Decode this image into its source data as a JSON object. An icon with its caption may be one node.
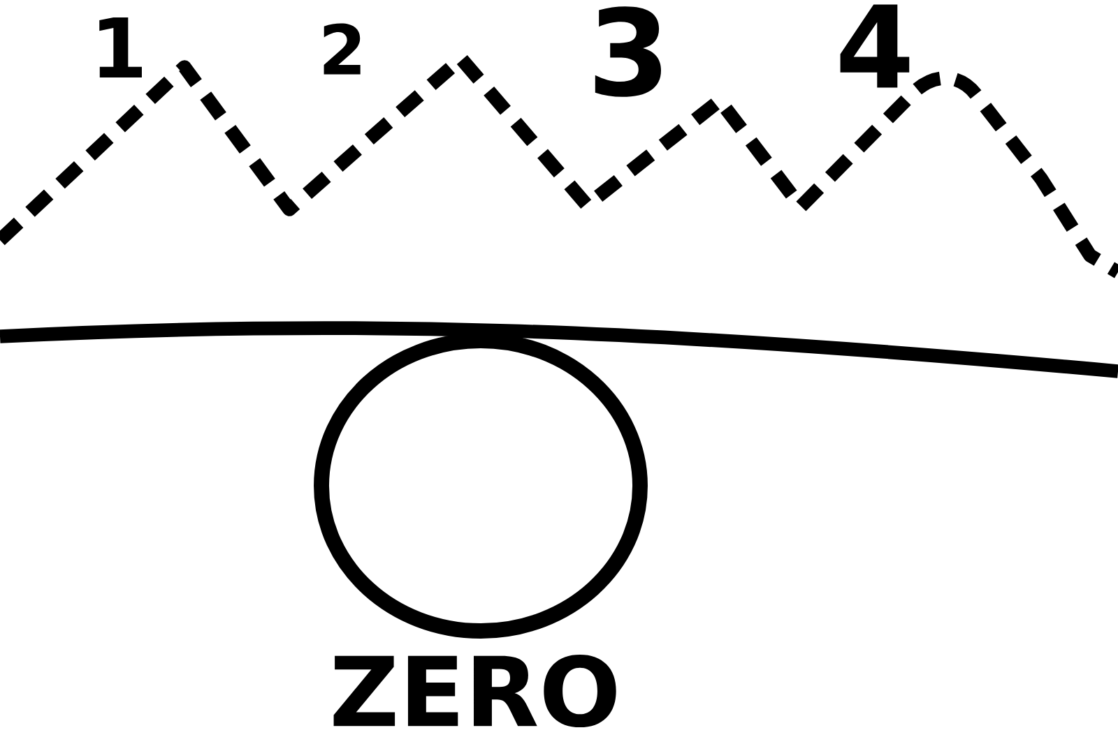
{
  "diagram": {
    "nodes": [
      {
        "text": [
          "ZERO"
        ]
      }
    ],
    "labels": [
      "1",
      "2",
      "3",
      "4"
    ]
  }
}
